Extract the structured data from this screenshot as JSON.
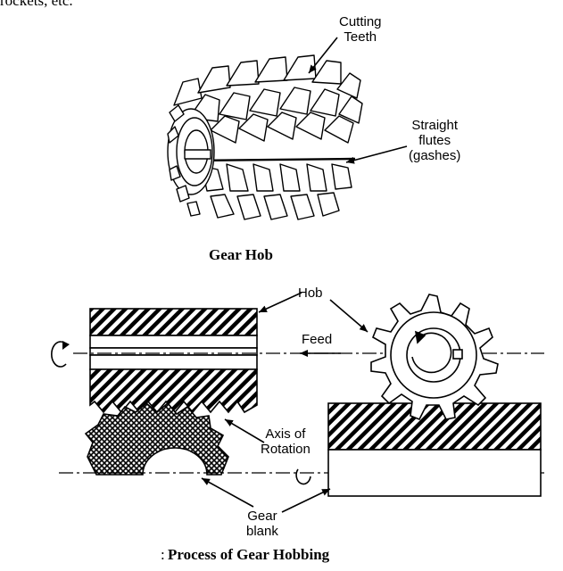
{
  "header_fragment": "rockets, etc.",
  "top_figure": {
    "labels": {
      "cutting_teeth": "Cutting\nTeeth",
      "straight_flutes": "Straight\nflutes\n(gashes)"
    },
    "caption": "Gear Hob"
  },
  "bottom_figure": {
    "labels": {
      "hob": "Hob",
      "feed": "Feed",
      "axis_of_rotation": "Axis of\nRotation",
      "gear_blank": "Gear\nblank"
    },
    "caption_prefix": ":",
    "caption": "Process of Gear Hobbing"
  }
}
